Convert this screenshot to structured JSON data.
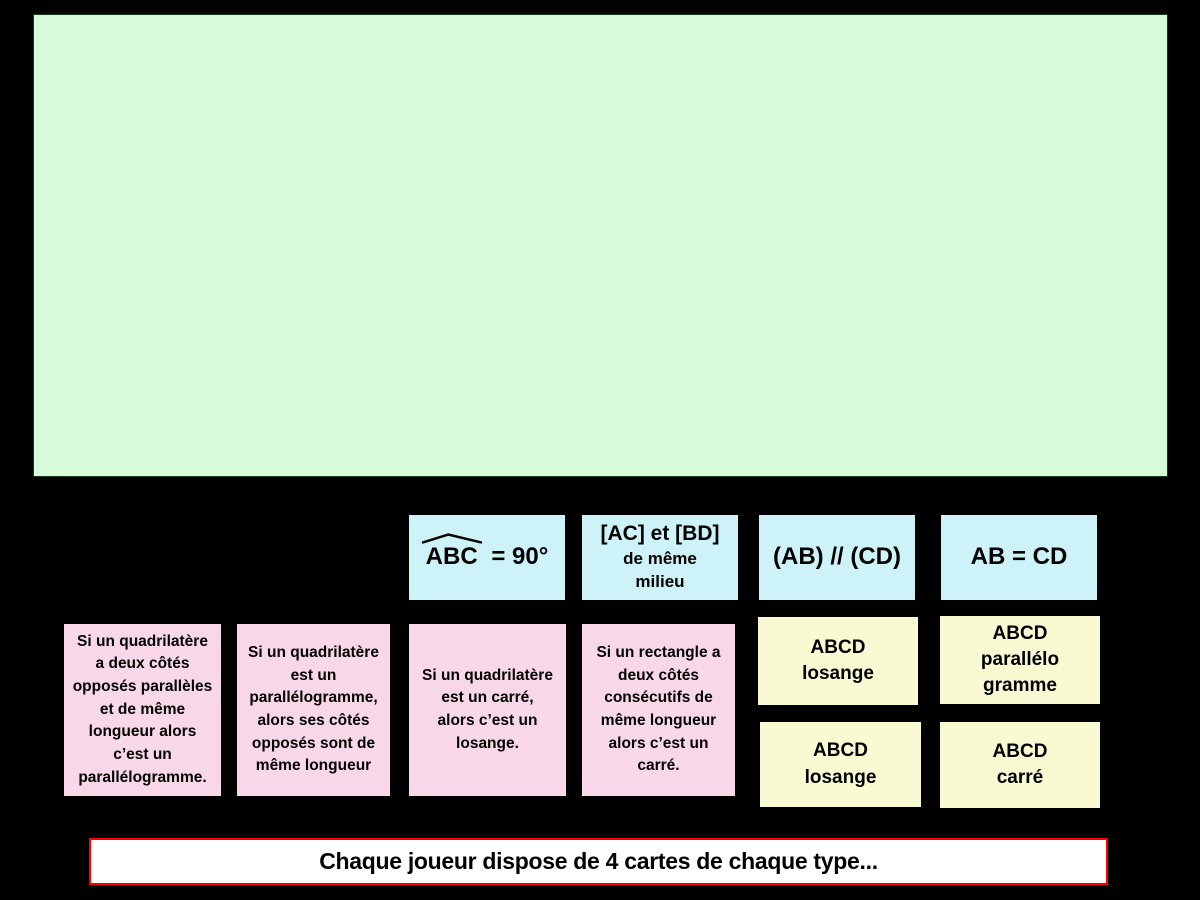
{
  "colors": {
    "workspace_bg": "#d6fbda",
    "property_card_bg": "#cdf3f8",
    "theorem_card_bg": "#f8d8e8",
    "conclusion_card_bg": "#fafad2",
    "banner_border": "#ff0000"
  },
  "property_cards": [
    {
      "angle_name": "ABC",
      "suffix": "= 90°"
    },
    {
      "title": "[AC] et [BD]",
      "subtitle": "de même\nmilieu"
    },
    {
      "text": "(AB) // (CD)"
    },
    {
      "text": "AB = CD"
    }
  ],
  "theorem_cards": [
    {
      "text": "Si un quadrilatère\na deux côtés\nopposés parallèles\net de même\nlongueur alors\nc’est un\nparallélogramme."
    },
    {
      "text": "Si un quadrilatère\nest un\nparallélogramme,\nalors ses côtés\nopposés sont de\nmême longueur"
    },
    {
      "text": "Si un quadrilatère\nest un carré,\nalors c’est un\nlosange."
    },
    {
      "text": "Si un rectangle a\ndeux côtés\nconsécutifs de\nmême longueur\nalors c’est un\ncarré."
    }
  ],
  "conclusion_cards": [
    {
      "text": "ABCD\nlosange"
    },
    {
      "text": "ABCD\nparallélo\ngramme"
    },
    {
      "text": "ABCD\nlosange"
    },
    {
      "text": "ABCD\ncarré"
    }
  ],
  "banner": {
    "text": "Chaque joueur dispose de 4 cartes de chaque type..."
  }
}
